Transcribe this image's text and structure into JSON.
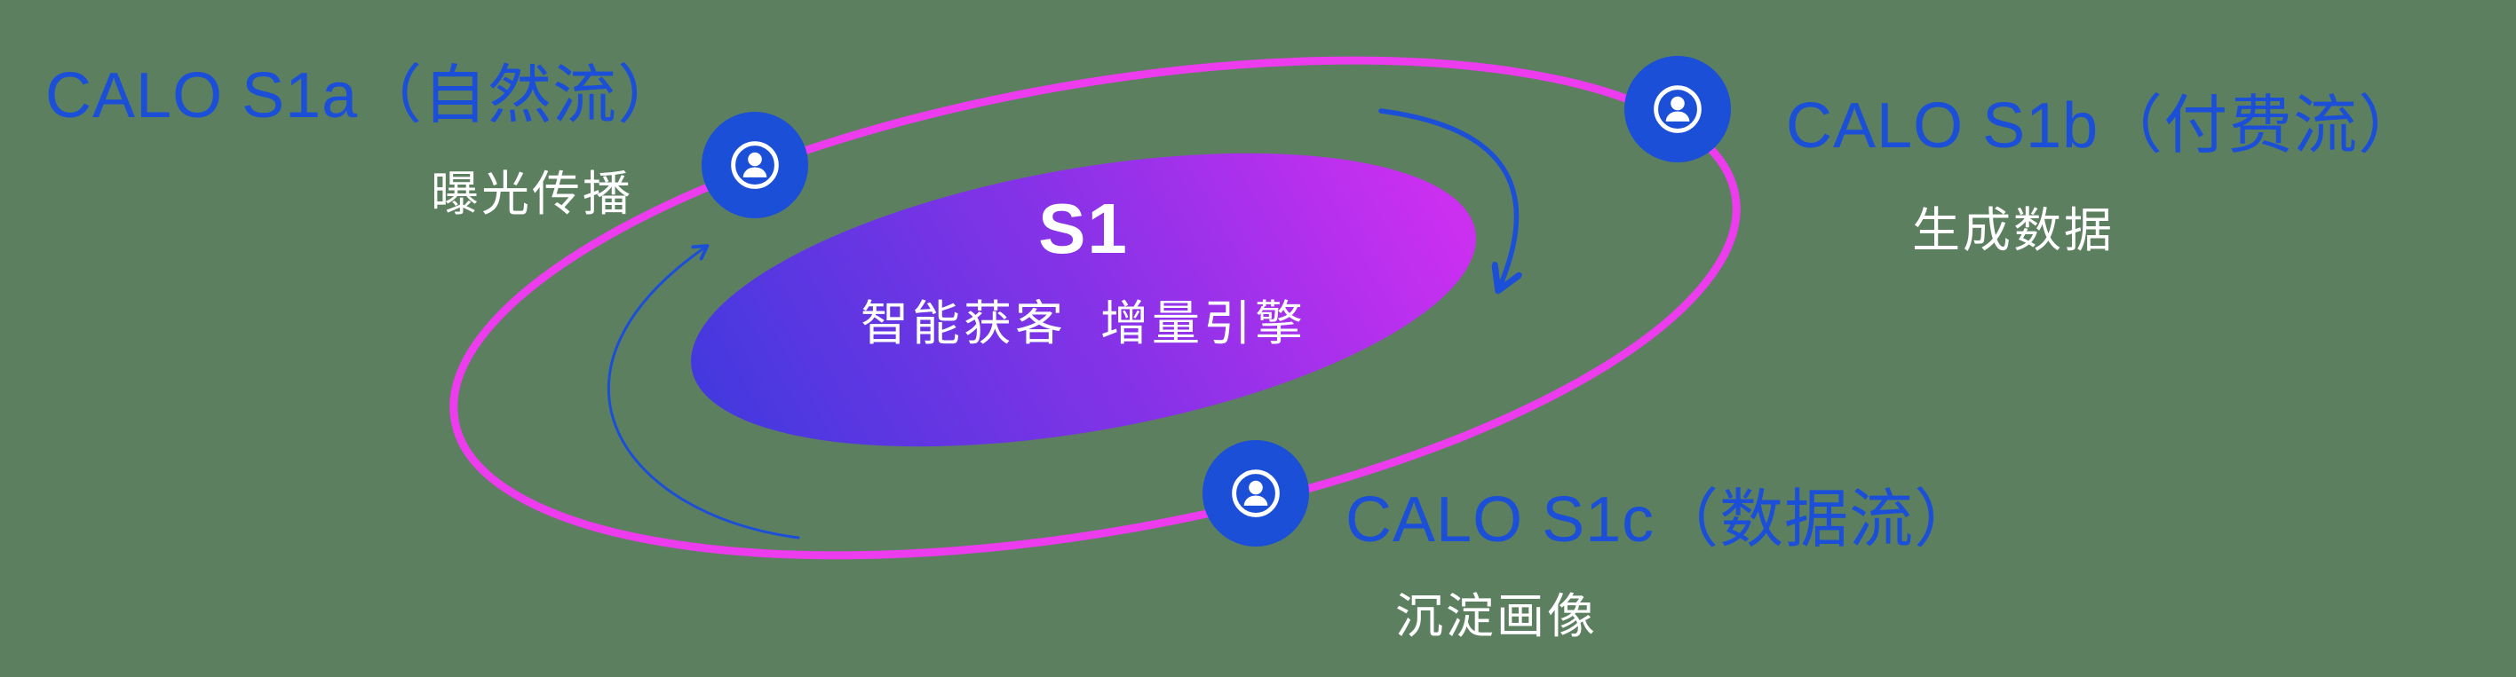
{
  "canvas": {
    "background_color": "#5c7f60"
  },
  "colors": {
    "accent_blue": "#1b4fd8",
    "orbit_pink": "#ec3cee",
    "core_gradient_blue": "#4439de",
    "core_gradient_magenta": "#cb2ff0",
    "text_white": "#ffffff"
  },
  "core": {
    "title": "S1",
    "subtitle": "智能获客  增量引擎"
  },
  "nodes": {
    "s1a": {
      "label": "CALO S1a（自然流）",
      "sublabel": "曝光传播",
      "icon": "user-in-circle-icon"
    },
    "s1b": {
      "label": "CALO S1b（付费流）",
      "sublabel": "生成数据",
      "icon": "user-in-circle-icon"
    },
    "s1c": {
      "label": "CALO S1c（数据流）",
      "sublabel": "沉淀画像",
      "icon": "user-in-circle-icon"
    }
  }
}
